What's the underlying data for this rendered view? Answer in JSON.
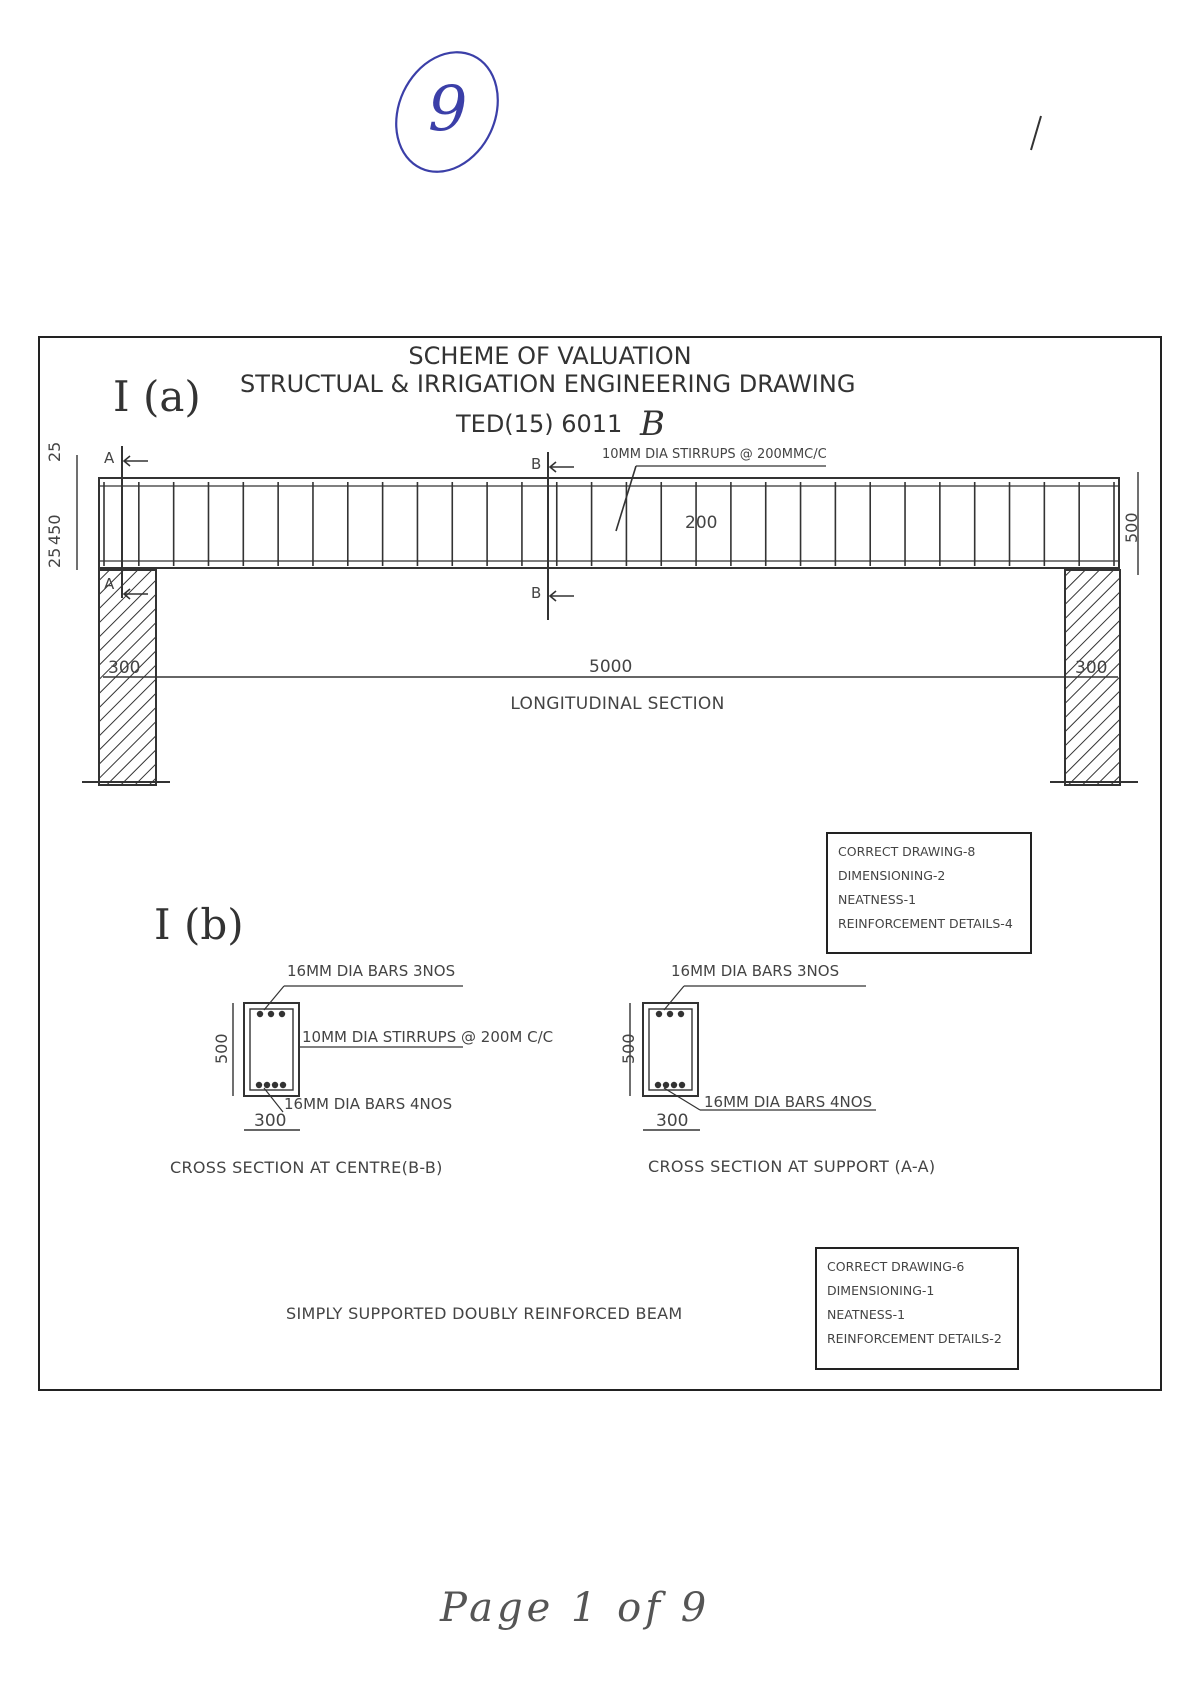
{
  "handwriting": {
    "circled_number": "9",
    "tick_mark": "/",
    "page_note": "Page 1 of 9",
    "set_letter": "B"
  },
  "header": {
    "line1": "SCHEME OF VALUATION",
    "line2": "STRUCTUAL & IRRIGATION ENGINEERING DRAWING",
    "code": "TED(15) 6011"
  },
  "part_a": {
    "label": "I (a)",
    "stirrup_note": "10MM DIA STIRRUPS @ 200MMC/C",
    "section_marks": {
      "a_top": "A",
      "a_bottom": "A",
      "b_top": "B",
      "b_bottom": "B"
    },
    "dims": {
      "top_cover": "25",
      "depth": "450",
      "bottom_cover": "25",
      "total_depth": "500",
      "spacing": "200",
      "span": "5000",
      "support_left": "300",
      "support_right": "300"
    },
    "caption": "LONGITUDINAL SECTION",
    "marks": [
      "CORRECT    DRAWING-8",
      "DIMENSIONING-2",
      "NEATNESS-1",
      "REINFORCEMENT DETAILS-4"
    ]
  },
  "part_b": {
    "label": "I (b)",
    "centre": {
      "top_bars": "16MM DIA BARS 3NOS",
      "stirrups": "10MM DIA STIRRUPS @ 200M C/C",
      "bottom_bars": "16MM DIA BARS  4NOS",
      "depth": "500",
      "width": "300",
      "caption": "CROSS SECTION AT CENTRE(B-B)"
    },
    "support": {
      "top_bars": "16MM DIA BARS 3NOS",
      "bottom_bars": "16MM DIA BARS  4NOS",
      "depth": "500",
      "width": "300",
      "caption": "CROSS SECTION AT SUPPORT (A-A)"
    },
    "footer_title": "SIMPLY SUPPORTED DOUBLY REINFORCED BEAM",
    "marks": [
      "CORRECT   DRAWING-6",
      "DIMENSIONING-1",
      "NEATNESS-1",
      "REINFORCEMENT DETAILS-2"
    ]
  }
}
